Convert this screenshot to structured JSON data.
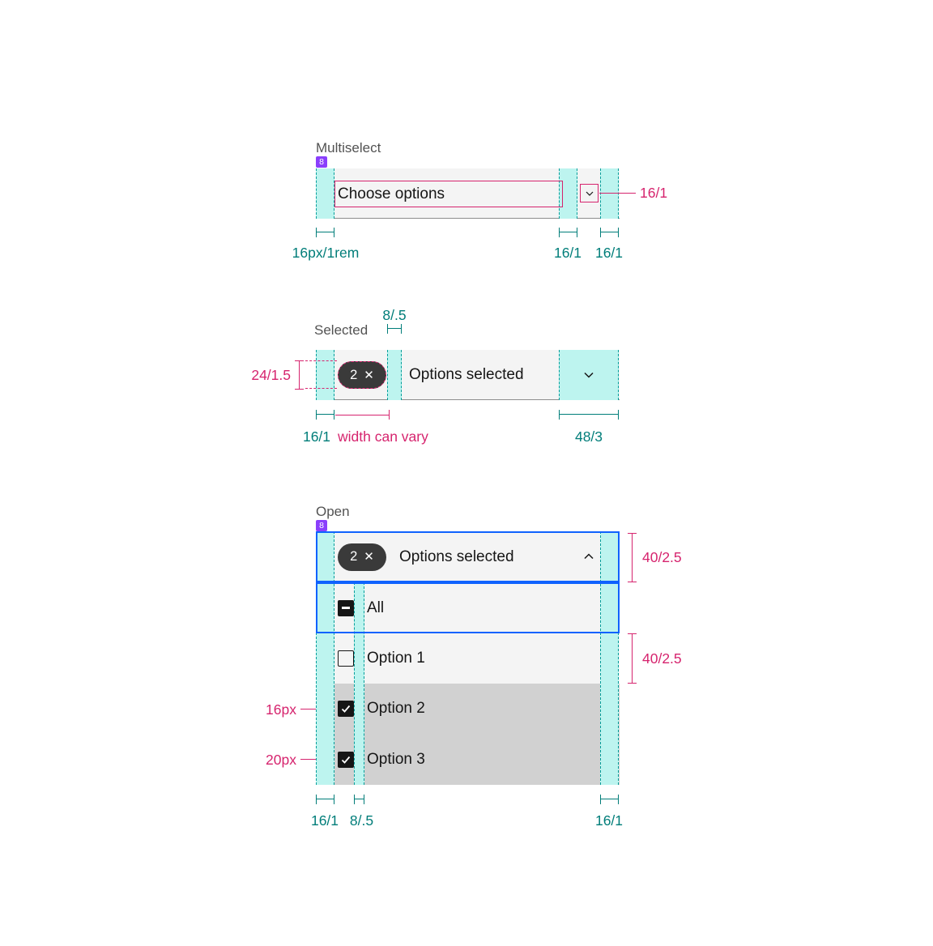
{
  "colors": {
    "teal_fill": "#bdf4ef",
    "teal_line": "#009d9a",
    "teal_text": "#007d79",
    "pink": "#d6246e",
    "purple": "#8a3ffc",
    "blue": "#0f62fe",
    "field_bg": "#f4f4f4",
    "row_gray": "#d1d1d1",
    "dark_text": "#161616",
    "label_gray": "#525252",
    "tag_bg": "#3a3a3a"
  },
  "sections": {
    "multiselect": {
      "label": "Multiselect",
      "badge": "8",
      "placeholder": "Choose options",
      "annotation_right": "16/1",
      "measure_left": "16px/1rem",
      "measure_right1": "16/1",
      "measure_right2": "16/1"
    },
    "selected": {
      "label": "Selected",
      "annotation_top": "8/.5",
      "tag_count": "2",
      "tag_close": "✕",
      "text": "Options selected",
      "annotation_left": "24/1.5",
      "measure_left": "16/1",
      "measure_width": "width can vary",
      "measure_right": "48/3"
    },
    "open": {
      "label": "Open",
      "badge": "8",
      "tag_count": "2",
      "tag_close": "✕",
      "text": "Options selected",
      "annotation_header": "40/2.5",
      "annotation_row": "40/2.5",
      "annotation_checkbox_inner": "16px",
      "annotation_checkbox_outer": "20px",
      "items": [
        {
          "label": "All",
          "state": "indeterminate"
        },
        {
          "label": "Option 1",
          "state": "unchecked"
        },
        {
          "label": "Option 2",
          "state": "checked"
        },
        {
          "label": "Option 3",
          "state": "checked"
        }
      ],
      "measure_left": "16/1",
      "measure_gap": "8/.5",
      "measure_right": "16/1"
    }
  }
}
